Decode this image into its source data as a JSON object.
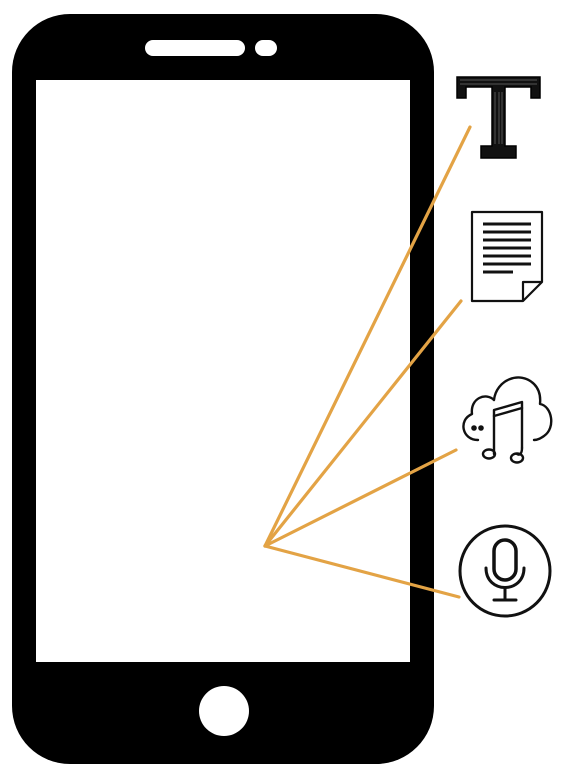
{
  "colors": {
    "device": "#000000",
    "screen": "#ffffff",
    "connector": "#e3a345",
    "icon_stroke": "#111111",
    "background": "#ffffff"
  },
  "device": {
    "type": "smartphone"
  },
  "icons": [
    {
      "name": "text-icon",
      "meaning": "text"
    },
    {
      "name": "document-icon",
      "meaning": "document"
    },
    {
      "name": "cloud-music-icon",
      "meaning": "music"
    },
    {
      "name": "microphone-icon",
      "meaning": "voice"
    }
  ]
}
